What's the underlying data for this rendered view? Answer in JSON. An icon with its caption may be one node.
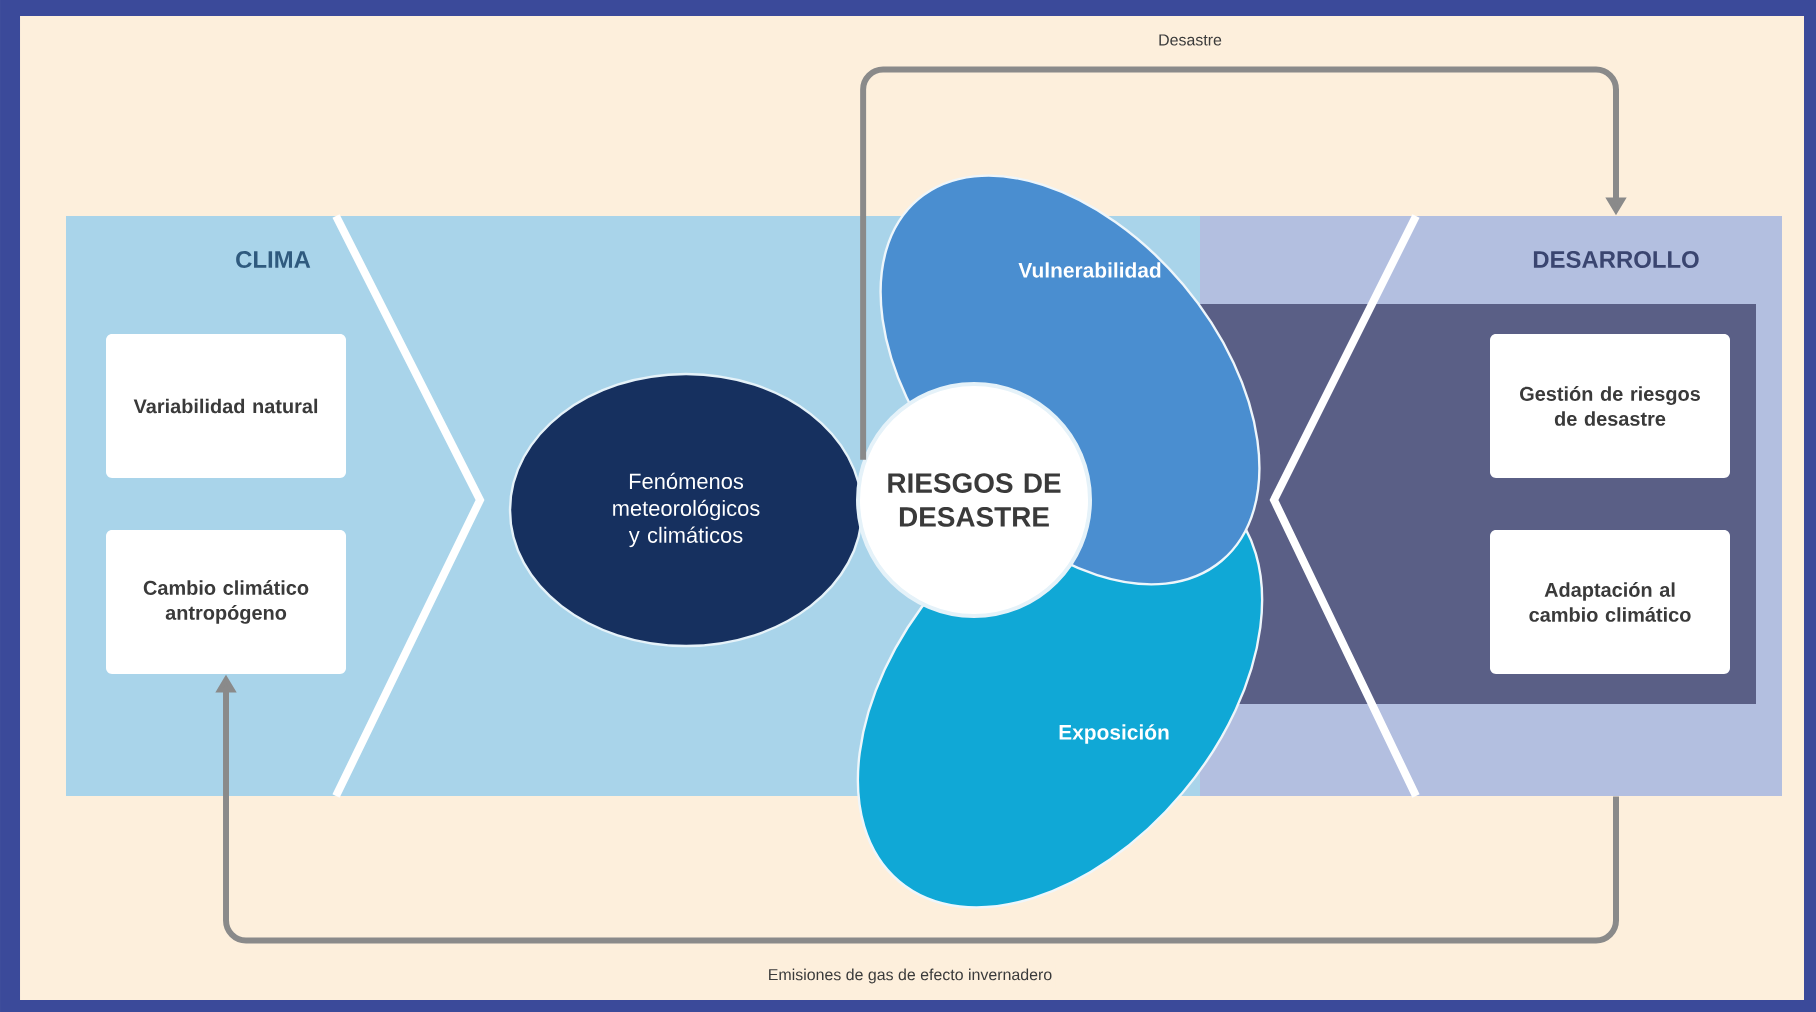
{
  "diagram": {
    "nodes": [
      {
        "text": [
          "CLIMA"
        ]
      },
      {
        "text": [
          "Variabilidad natural"
        ],
        "in": 0
      },
      {
        "text": [
          "Cambio climático antropógeno"
        ],
        "in": 0
      },
      {
        "text": [
          "Fenómenos meteorológicos y climáticos"
        ]
      },
      {
        "text": [
          "Vulnerabilidad"
        ]
      },
      {
        "text": [
          "RIESGOS DE DESASTRE"
        ]
      },
      {
        "text": [
          "Exposición"
        ]
      },
      {
        "text": [
          "DESARROLLO"
        ]
      },
      {
        "text": [
          "Gestión de riesgos de desastre"
        ],
        "in": 7
      },
      {
        "text": [
          "Adaptación al cambio climático"
        ],
        "in": 7
      }
    ],
    "edges": [
      {
        "from": 5,
        "to": 7,
        "arrow": "to",
        "label": "Desastre"
      },
      {
        "from": 7,
        "to": 2,
        "arrow": "to",
        "label": "Emisiones de gas de efecto invernadero"
      }
    ]
  }
}
